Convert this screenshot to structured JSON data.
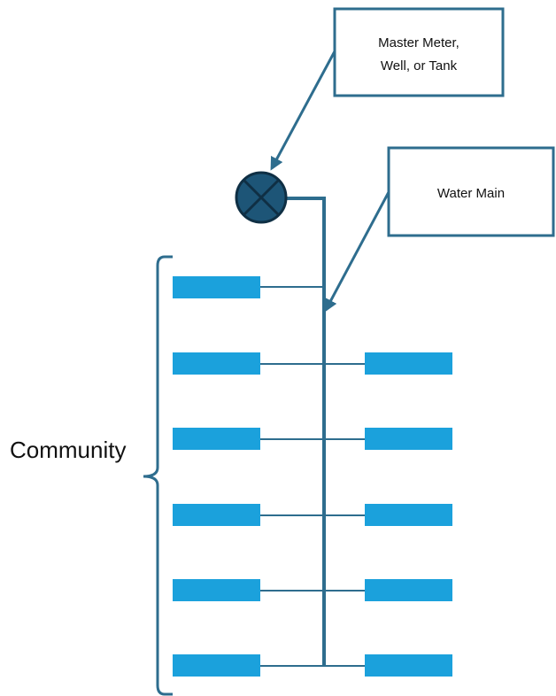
{
  "callouts": {
    "source_line1": "Master Meter,",
    "source_line2": "Well, or Tank",
    "main": "Water Main"
  },
  "community_label": "Community",
  "icons": {
    "meter": "meter-x-circle-icon"
  },
  "colors": {
    "pipe": "#2e6d8e",
    "house": "#1ba1dc",
    "meter_fill": "#1d5577",
    "meter_stroke": "#0f2f44"
  }
}
